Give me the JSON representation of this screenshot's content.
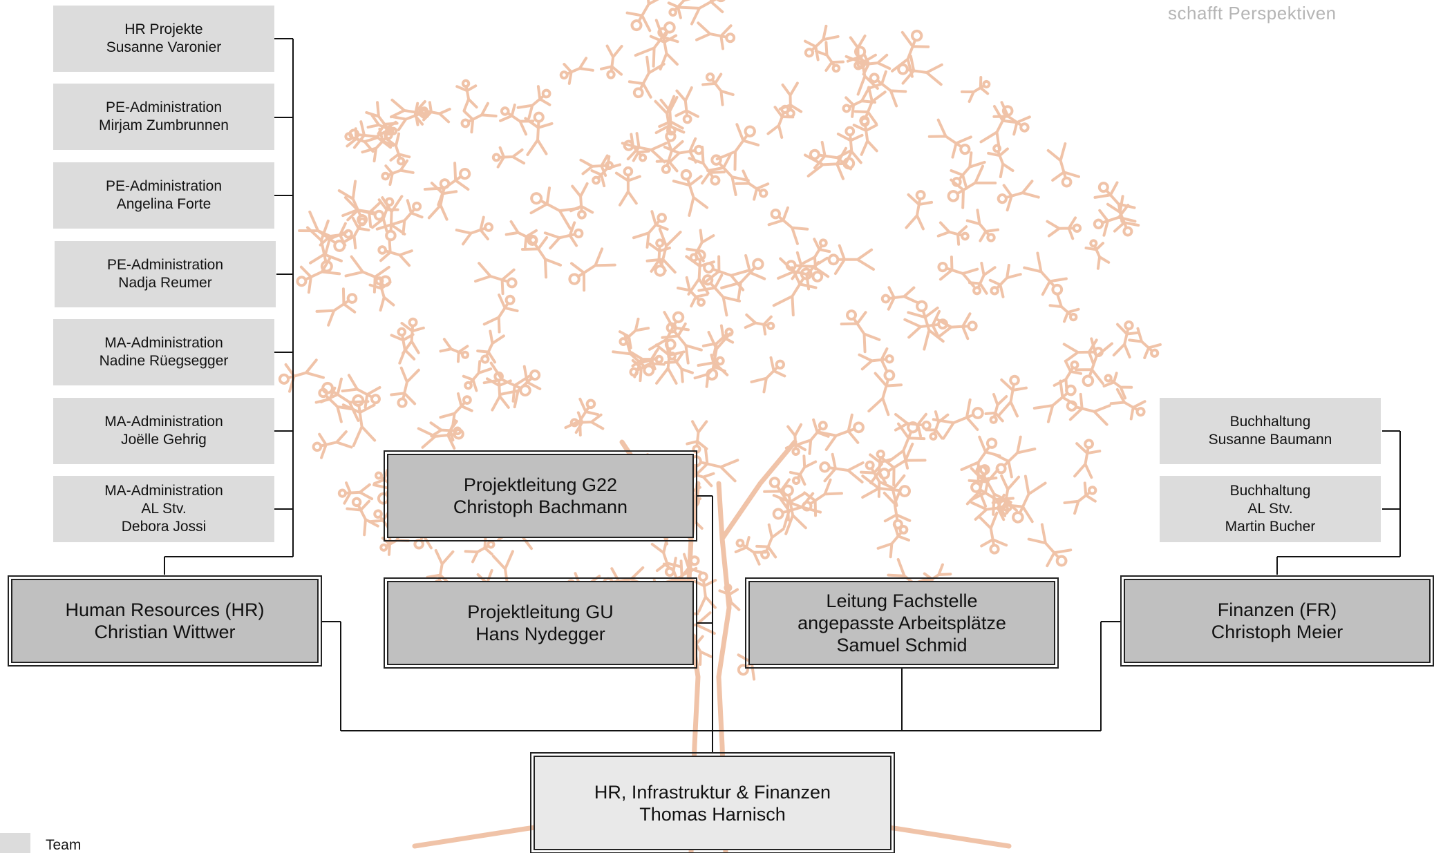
{
  "slogan": "schafft Perspektiven",
  "org_chart": {
    "hr_team": [
      {
        "lines": [
          "HR Projekte",
          "Susanne Varonier"
        ]
      },
      {
        "lines": [
          "PE-Administration",
          "Mirjam Zumbrunnen"
        ]
      },
      {
        "lines": [
          "PE-Administration",
          "Angelina Forte"
        ]
      },
      {
        "lines": [
          "PE-Administration",
          "Nadja Reumer"
        ]
      },
      {
        "lines": [
          "MA-Administration",
          "Nadine Rüegsegger"
        ]
      },
      {
        "lines": [
          "MA-Administration",
          "Joëlle Gehrig"
        ]
      },
      {
        "lines": [
          "MA-Administration",
          "AL Stv.",
          "Debora Jossi"
        ]
      }
    ],
    "finance_team": [
      {
        "lines": [
          "Buchhaltung",
          "Susanne Baumann"
        ]
      },
      {
        "lines": [
          "Buchhaltung",
          "AL Stv.",
          "Martin Bucher"
        ]
      }
    ],
    "leads": {
      "hr": {
        "lines": [
          "Human Resources (HR)",
          "Christian Wittwer"
        ]
      },
      "g22": {
        "lines": [
          "Projektleitung G22",
          "Christoph Bachmann"
        ]
      },
      "gu": {
        "lines": [
          "Projektleitung GU",
          "Hans Nydegger"
        ]
      },
      "fachstelle": {
        "lines": [
          "Leitung Fachstelle",
          "angepasste Arbeitsplätze",
          "Samuel Schmid"
        ]
      },
      "finanzen": {
        "lines": [
          "Finanzen (FR)",
          "Christoph Meier"
        ]
      }
    },
    "head": {
      "lines": [
        "HR, Infrastruktur & Finanzen",
        "Thomas Harnisch"
      ]
    }
  },
  "legend": {
    "team_label": "Team"
  },
  "colors": {
    "team_box": "#dcdcdc",
    "lead_box": "#c0c0c0",
    "head_box": "#e9e9e9",
    "connector": "#111111",
    "background_figures": "#f0c3a8",
    "slogan": "#b5b5b5"
  }
}
